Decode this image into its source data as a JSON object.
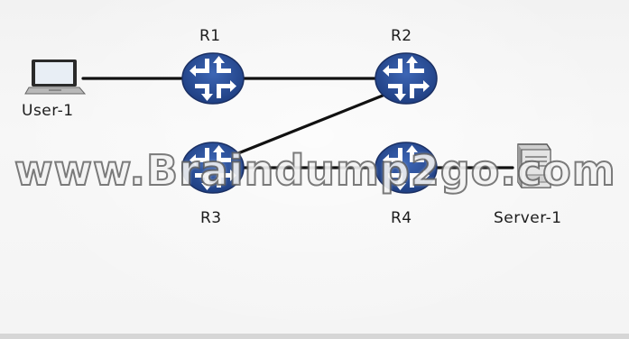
{
  "nodes": {
    "user1": {
      "label": "User-1",
      "icon": "laptop-icon"
    },
    "r1": {
      "label": "R1",
      "icon": "router-icon"
    },
    "r2": {
      "label": "R2",
      "icon": "router-icon"
    },
    "r3": {
      "label": "R3",
      "icon": "router-icon"
    },
    "r4": {
      "label": "R4",
      "icon": "router-icon"
    },
    "server1": {
      "label": "Server-1",
      "icon": "server-icon"
    }
  },
  "links": [
    [
      "User-1",
      "R1"
    ],
    [
      "R1",
      "R2"
    ],
    [
      "R2",
      "R3"
    ],
    [
      "R3",
      "R4"
    ],
    [
      "R4",
      "Server-1"
    ]
  ],
  "watermark": "www.Braindump2go.com",
  "colors": {
    "router_fill": "#2d4f96",
    "router_arrows": "#ffffff",
    "link": "#111111"
  }
}
